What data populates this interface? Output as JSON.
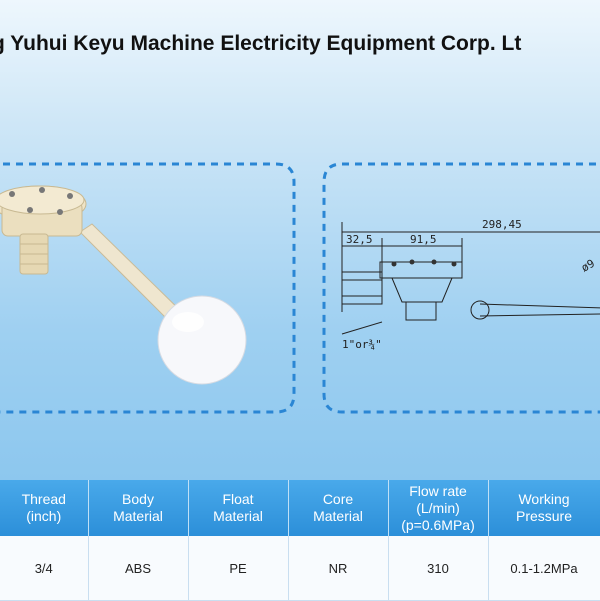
{
  "header": {
    "title": "g Yuhui Keyu Machine Electricity Equipment Corp. Lt"
  },
  "drawing": {
    "dim_total": "298,45",
    "dim_left": "32,5",
    "dim_mid": "91,5",
    "dim_dia": "ø9",
    "thread_note": "1\"or¾\""
  },
  "table": {
    "headers": [
      [
        "Thread",
        "(inch)"
      ],
      [
        "Body",
        "Material"
      ],
      [
        "Float",
        "Material"
      ],
      [
        "Core",
        "Material"
      ],
      [
        "Flow rate",
        "(L/min)",
        "(p=0.6MPa)"
      ],
      [
        "Working",
        "Pressure"
      ]
    ],
    "row": [
      "3/4",
      "ABS",
      "PE",
      "NR",
      "310",
      "0.1-1.2MPa"
    ]
  }
}
